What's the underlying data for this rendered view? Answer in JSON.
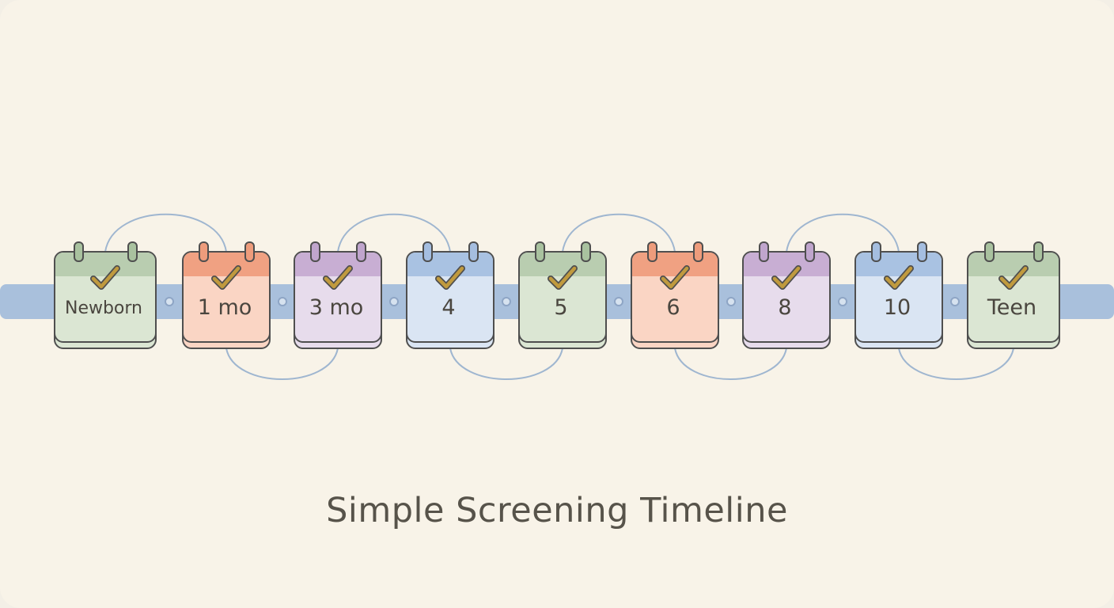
{
  "title": "Simple Screening Timeline",
  "colors": {
    "background": "#f8f3e8",
    "band": "#a9c0dc",
    "connector": "#9fb6d0",
    "check": "#c09a3e",
    "outline": "#4f4f4f",
    "green": {
      "header": "#b9cdb0",
      "body": "#dbe6d3",
      "ring": "#a9c29f"
    },
    "orange": {
      "header": "#f0a182",
      "body": "#fad5c4",
      "ring": "#ee9c7c"
    },
    "purple": {
      "header": "#c8aed3",
      "body": "#e7dcec",
      "ring": "#c0a5cd"
    },
    "blue": {
      "header": "#a9c2e2",
      "body": "#dae5f3",
      "ring": "#a5bee0"
    }
  },
  "milestones": [
    {
      "label": "Newborn",
      "color": "green",
      "icon": "check-icon"
    },
    {
      "label": "1 mo",
      "color": "orange",
      "icon": "check-icon"
    },
    {
      "label": "3 mo",
      "color": "purple",
      "icon": "check-icon"
    },
    {
      "label": "4",
      "color": "blue",
      "icon": "check-icon"
    },
    {
      "label": "5",
      "color": "green",
      "icon": "check-icon"
    },
    {
      "label": "6",
      "color": "orange",
      "icon": "check-icon"
    },
    {
      "label": "8",
      "color": "purple",
      "icon": "check-icon"
    },
    {
      "label": "10",
      "color": "blue",
      "icon": "check-icon"
    },
    {
      "label": "Teen",
      "color": "green",
      "icon": "check-icon"
    }
  ]
}
